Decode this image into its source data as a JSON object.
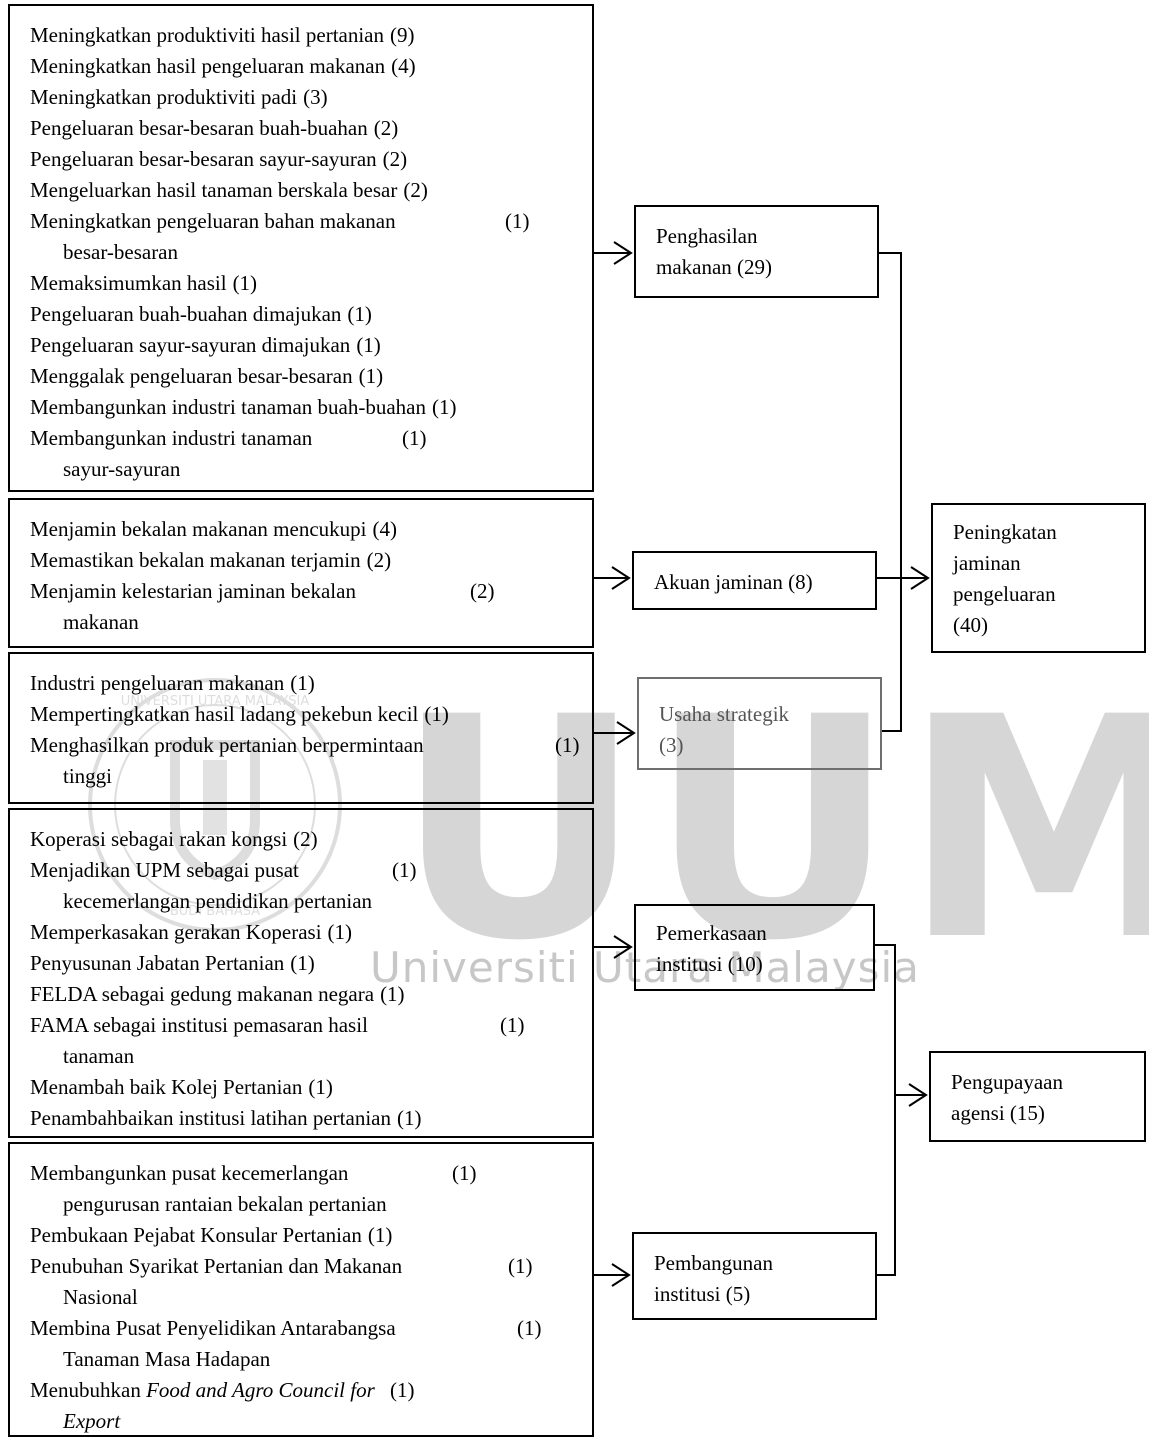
{
  "groups": [
    {
      "items": [
        {
          "text": "Meningkatkan produktiviti hasil pertanian",
          "count": "(9)"
        },
        {
          "text": "Meningkatkan hasil pengeluaran makanan",
          "count": "(4)"
        },
        {
          "text": "Meningkatkan produktiviti padi",
          "count": "(3)"
        },
        {
          "text": "Pengeluaran besar-besaran buah-buahan",
          "count": "(2)"
        },
        {
          "text": "Pengeluaran besar-besaran sayur-sayuran",
          "count": "(2)"
        },
        {
          "text": "Mengeluarkan hasil tanaman berskala besar",
          "count": "(2)"
        },
        {
          "text": "Meningkatkan pengeluaran bahan makanan",
          "count": "(1)",
          "cont": "besar-besaran"
        },
        {
          "text": "Memaksimumkan hasil",
          "count": "(1)"
        },
        {
          "text": "Pengeluaran buah-buahan dimajukan",
          "count": "(1)"
        },
        {
          "text": "Pengeluaran sayur-sayuran dimajukan",
          "count": "(1)"
        },
        {
          "text": "Menggalak pengeluaran besar-besaran",
          "count": "(1)"
        },
        {
          "text": "Membangunkan industri tanaman buah-buahan",
          "count": "(1)"
        },
        {
          "text": "Membangunkan industri tanaman",
          "count": "(1)",
          "cont": "sayur-sayuran"
        }
      ]
    },
    {
      "items": [
        {
          "text": "Menjamin bekalan makanan mencukupi",
          "count": "(4)"
        },
        {
          "text": "Memastikan bekalan makanan terjamin",
          "count": "(2)"
        },
        {
          "text": "Menjamin kelestarian jaminan bekalan",
          "count": "(2)",
          "cont": "makanan"
        }
      ]
    },
    {
      "items": [
        {
          "text": "Industri pengeluaran makanan",
          "count": "(1)"
        },
        {
          "text": "Mempertingkatkan hasil ladang pekebun kecil",
          "count": "(1)"
        },
        {
          "text": "Menghasilkan produk pertanian berpermintaan",
          "count": "(1)",
          "cont": "tinggi"
        }
      ]
    },
    {
      "items": [
        {
          "text": "Koperasi sebagai rakan kongsi",
          "count": "(2)"
        },
        {
          "text": "Menjadikan UPM sebagai pusat",
          "count": " (1)",
          "cont": "kecemerlangan pendidikan pertanian"
        },
        {
          "text": "Memperkasakan gerakan Koperasi",
          "count": "(1)"
        },
        {
          "text": "Penyusunan Jabatan Pertanian",
          "count": "(1)"
        },
        {
          "text": "FELDA sebagai gedung makanan negara",
          "count": "(1)"
        },
        {
          "text": "FAMA sebagai institusi pemasaran hasil",
          "count": "(1)",
          "cont": "tanaman"
        },
        {
          "text": "Menambah baik Kolej Pertanian",
          "count": "(1)"
        },
        {
          "text": "Penambahbaikan institusi latihan pertanian",
          "count": "(1)"
        }
      ]
    },
    {
      "items": [
        {
          "text": "Membangunkan pusat kecemerlangan ",
          "count": "(1)",
          "cont": "pengurusan rantaian bekalan pertanian"
        },
        {
          "text": "Pembukaan Pejabat Konsular Pertanian",
          "count": "(1)"
        },
        {
          "text": "Penubuhan Syarikat Pertanian dan Makanan",
          "count": "(1)",
          "cont": "Nasional"
        },
        {
          "text": "Membina  Pusat  Penyelidikan Antarabangsa",
          "count": "(1)",
          "cont": "Tanaman  Masa Hadapan"
        },
        {
          "text": "Menubuhkan ",
          "italic": "Food and Agro Council for",
          "count": "(1)",
          "cont": "Export",
          "cont_italic": true
        }
      ]
    }
  ],
  "categories": [
    {
      "line1": "Penghasilan",
      "line2": "makanan (29)"
    },
    {
      "line1": "Akuan jaminan (8)",
      "line2": ""
    },
    {
      "line1": "Usaha strategik",
      "line2": "(3)"
    },
    {
      "line1": "Pemerkasaan",
      "line2": "institusi (10)"
    },
    {
      "line1": "Pembangunan",
      "line2": "institusi (5)"
    }
  ],
  "themes": [
    {
      "lines": [
        "Peningkatan",
        "jaminan",
        "pengeluaran",
        "(40)"
      ]
    },
    {
      "lines": [
        "Pengupayaan",
        "agensi (15)"
      ]
    }
  ],
  "watermark": {
    "letters": "UUM",
    "tagline": "Universiti Utara Malaysia",
    "seal_top": "UNIVERSITI UTARA MALAYSIA",
    "seal_bottom": "BUDI BAHASA"
  }
}
